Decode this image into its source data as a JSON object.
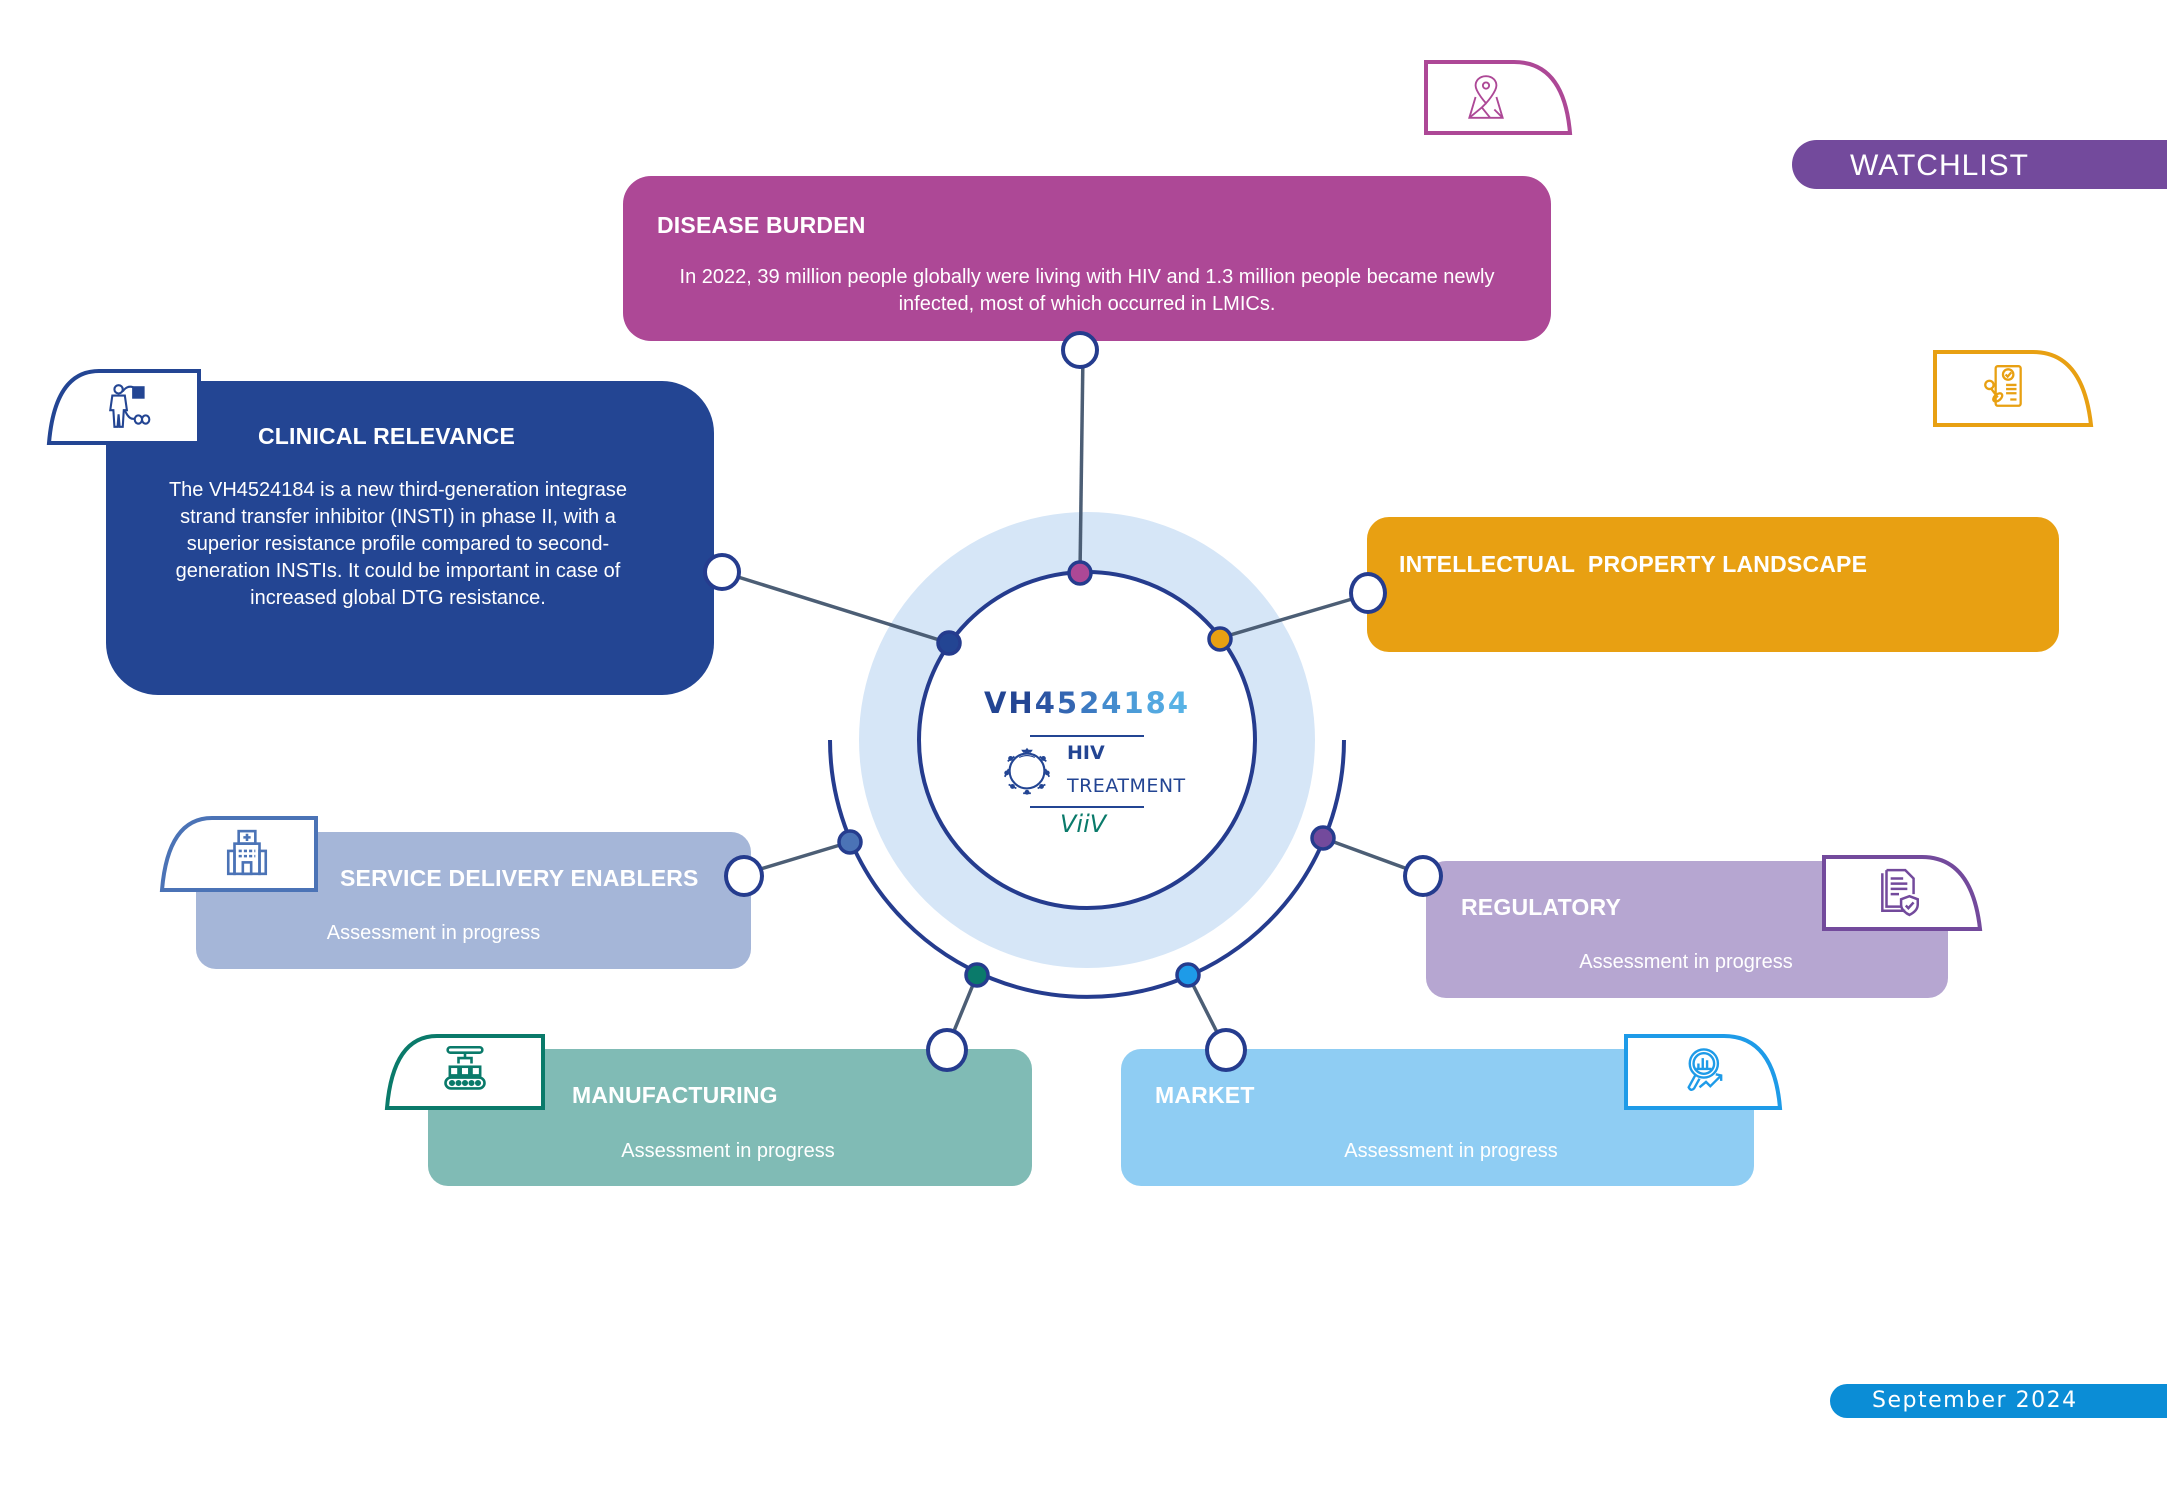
{
  "header": {
    "watchlist_label": "WATCHLIST"
  },
  "footer": {
    "date_label": "September 2024"
  },
  "center": {
    "code_prefix": "VH",
    "code_digits": [
      "4",
      "5",
      "2",
      "4",
      "1",
      "8",
      "4"
    ],
    "category_line1": "HIV",
    "category_line2": "TREATMENT",
    "company": "ViiV",
    "icon": "virus-icon"
  },
  "colors": {
    "disease_burden": "#AD4896",
    "clinical_relevance": "#234593",
    "intellectual_property": "#E8A012",
    "service_delivery": "#A5B6D8",
    "regulatory": "#B6A6D1",
    "manufacturing": "#80BBB5",
    "market": "#8FCDF3",
    "watchlist": "#734A9C",
    "date_pill": "#0B8DD6",
    "ring_fill": "#D6E6F7",
    "ring_stroke": "#253C8E"
  },
  "cards": {
    "disease_burden": {
      "title": "DISEASE BURDEN",
      "body": "In 2022, 39 million people globally were living with HIV and 1.3 million people became newly infected, most of which occurred in LMICs.",
      "icon": "map-pin-icon"
    },
    "clinical_relevance": {
      "title": "CLINICAL RELEVANCE",
      "body": "The VH4524184 is a new third-generation integrase strand transfer inhibitor (INSTI) in phase II, with a superior resistance profile compared to second-generation INSTIs. It could be important in case of increased global DTG resistance.",
      "icon": "patient-pills-icon"
    },
    "intellectual_property": {
      "title": "INTELLECTUAL  PROPERTY LANDSCAPE",
      "body": "",
      "icon": "patent-document-icon"
    },
    "service_delivery": {
      "title": "SERVICE DELIVERY ENABLERS",
      "body": "Assessment in progress",
      "icon": "hospital-icon"
    },
    "regulatory": {
      "title": "REGULATORY",
      "body": "Assessment in progress",
      "icon": "document-shield-icon"
    },
    "manufacturing": {
      "title": "MANUFACTURING",
      "body": "Assessment in progress",
      "icon": "conveyor-icon"
    },
    "market": {
      "title": "MARKET",
      "body": "Assessment in progress",
      "icon": "market-analysis-icon"
    }
  }
}
